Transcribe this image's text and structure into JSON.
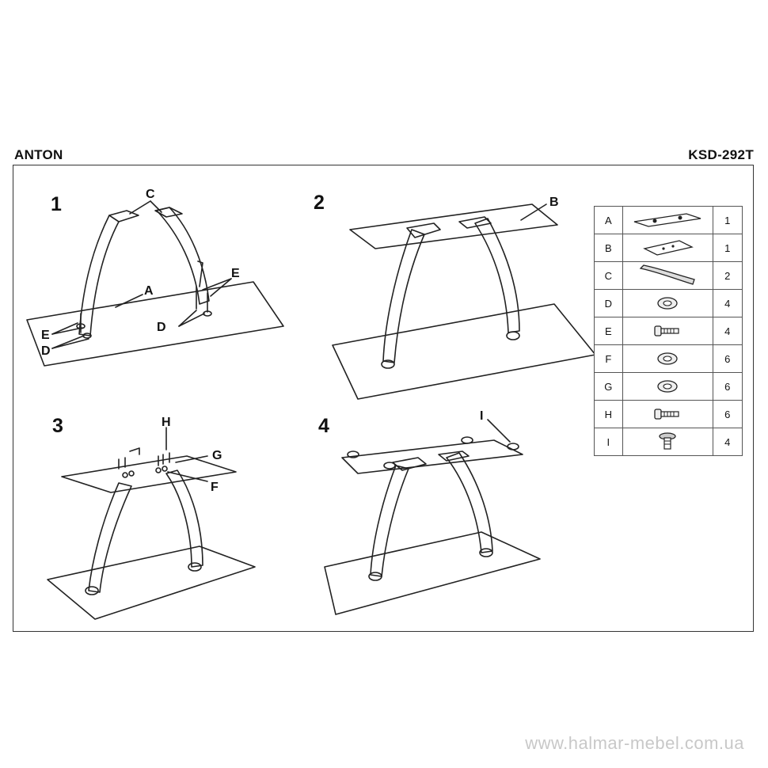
{
  "header": {
    "model_name": "ANTON",
    "model_code": "KSD-292T"
  },
  "steps": [
    {
      "number": "1",
      "labels": [
        "C",
        "A",
        "E",
        "E",
        "D",
        "D"
      ]
    },
    {
      "number": "2",
      "labels": [
        "B"
      ]
    },
    {
      "number": "3",
      "labels": [
        "H",
        "G",
        "F"
      ]
    },
    {
      "number": "4",
      "labels": [
        "I"
      ]
    }
  ],
  "parts_table": [
    {
      "code": "A",
      "icon": "base-plate-icon",
      "qty": "1"
    },
    {
      "code": "B",
      "icon": "top-bracket-icon",
      "qty": "1"
    },
    {
      "code": "C",
      "icon": "curved-leg-icon",
      "qty": "2"
    },
    {
      "code": "D",
      "icon": "washer-icon",
      "qty": "4"
    },
    {
      "code": "E",
      "icon": "bolt-icon",
      "qty": "4"
    },
    {
      "code": "F",
      "icon": "washer-icon",
      "qty": "6"
    },
    {
      "code": "G",
      "icon": "washer-icon",
      "qty": "6"
    },
    {
      "code": "H",
      "icon": "bolt-icon",
      "qty": "6"
    },
    {
      "code": "I",
      "icon": "glass-pad-icon",
      "qty": "4"
    }
  ],
  "watermark": "www.halmar-mebel.com.ua"
}
